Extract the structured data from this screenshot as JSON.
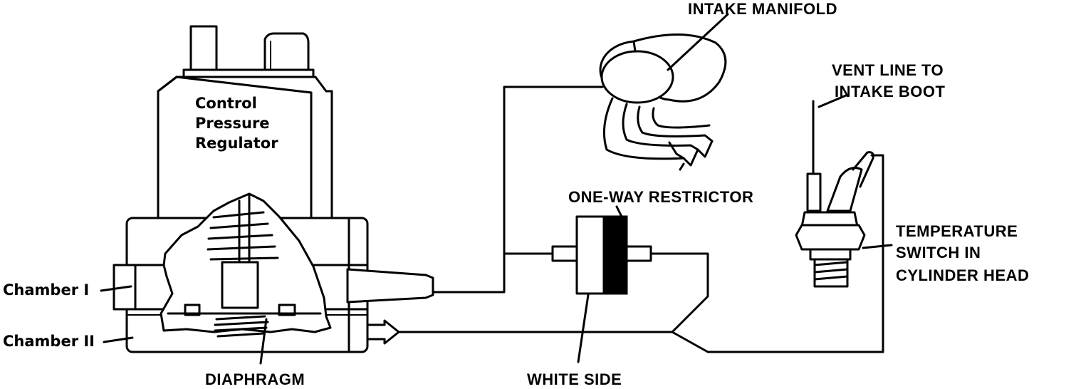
{
  "labels": {
    "regulator_line1": "Control",
    "regulator_line2": "Pressure",
    "regulator_line3": "Regulator",
    "chamber_1": "Chamber I",
    "chamber_2": "Chamber II",
    "diaphragm": "DIAPHRAGM",
    "intake_manifold": "INTAKE MANIFOLD",
    "one_way_restrictor": "ONE-WAY RESTRICTOR",
    "white_side": "WHITE SIDE",
    "vent_line_1": "VENT LINE TO",
    "vent_line_2": "INTAKE BOOT",
    "temp_switch_1": "TEMPERATURE",
    "temp_switch_2": "SWITCH IN",
    "temp_switch_3": "CYLINDER HEAD"
  }
}
